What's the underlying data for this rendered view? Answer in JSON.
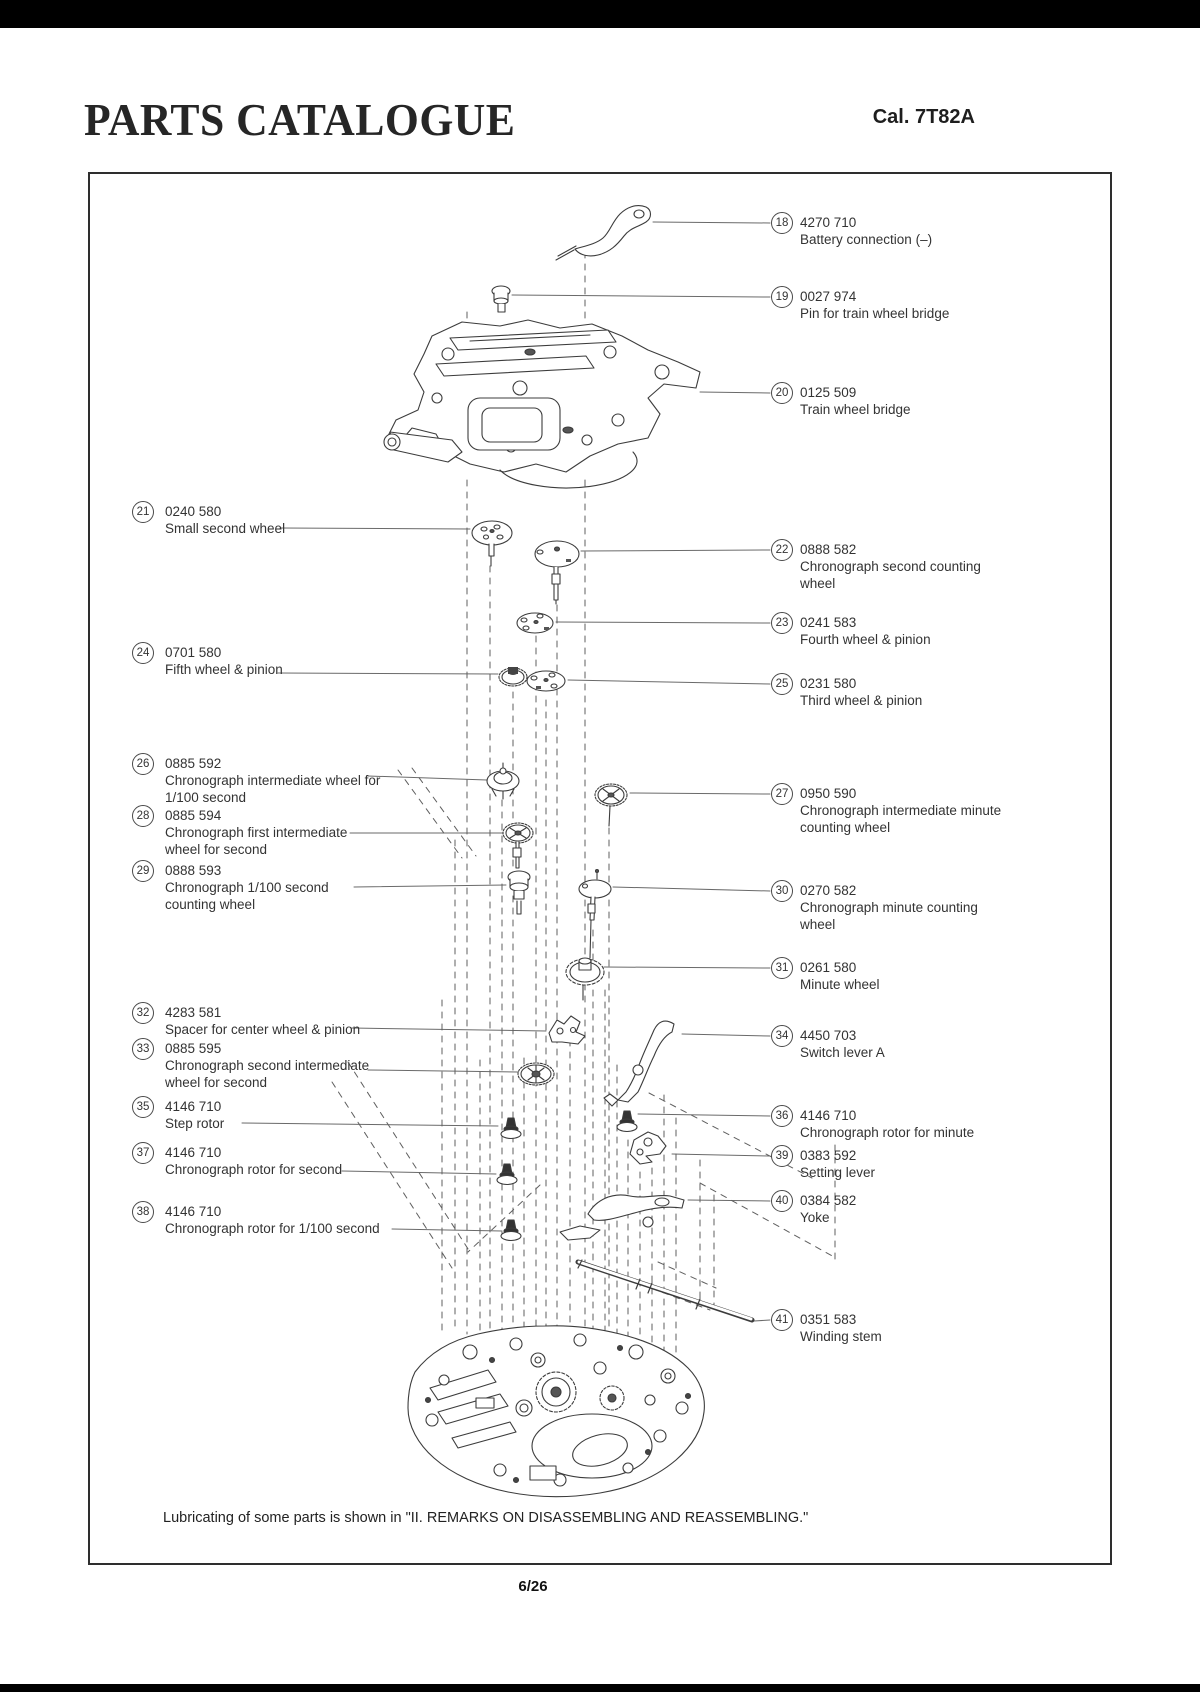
{
  "header": {
    "title": "PARTS CATALOGUE",
    "caliber": "Cal. 7T82A"
  },
  "footer": {
    "note": "Lubricating of some parts is shown in \"II. REMARKS ON DISASSEMBLING AND REASSEMBLING.\"",
    "page": "6/26"
  },
  "parts": {
    "left": [
      {
        "num": "21",
        "code": "0240 580",
        "desc": "Small second wheel"
      },
      {
        "num": "24",
        "code": "0701 580",
        "desc": "Fifth wheel & pinion"
      },
      {
        "num": "26",
        "code": "0885 592",
        "desc": "Chronograph intermediate wheel for\n1/100 second"
      },
      {
        "num": "28",
        "code": "0885 594",
        "desc": "Chronograph first intermediate\nwheel for second"
      },
      {
        "num": "29",
        "code": "0888 593",
        "desc": "Chronograph 1/100 second\ncounting wheel"
      },
      {
        "num": "32",
        "code": "4283 581",
        "desc": "Spacer for center wheel & pinion"
      },
      {
        "num": "33",
        "code": "0885 595",
        "desc": "Chronograph second intermediate\nwheel for second"
      },
      {
        "num": "35",
        "code": "4146 710",
        "desc": "Step rotor"
      },
      {
        "num": "37",
        "code": "4146 710",
        "desc": "Chronograph rotor for second"
      },
      {
        "num": "38",
        "code": "4146 710",
        "desc": "Chronograph rotor for 1/100 second"
      }
    ],
    "right": [
      {
        "num": "18",
        "code": "4270 710",
        "desc": "Battery connection (–)"
      },
      {
        "num": "19",
        "code": "0027 974",
        "desc": "Pin for train wheel bridge"
      },
      {
        "num": "20",
        "code": "0125 509",
        "desc": "Train wheel bridge"
      },
      {
        "num": "22",
        "code": "0888 582",
        "desc": "Chronograph second counting\nwheel"
      },
      {
        "num": "23",
        "code": "0241 583",
        "desc": "Fourth wheel & pinion"
      },
      {
        "num": "25",
        "code": "0231 580",
        "desc": "Third wheel & pinion"
      },
      {
        "num": "27",
        "code": "0950 590",
        "desc": "Chronograph intermediate minute\ncounting wheel"
      },
      {
        "num": "30",
        "code": "0270 582",
        "desc": "Chronograph minute counting\nwheel"
      },
      {
        "num": "31",
        "code": "0261 580",
        "desc": "Minute wheel"
      },
      {
        "num": "34",
        "code": "4450 703",
        "desc": "Switch lever A"
      },
      {
        "num": "36",
        "code": "4146 710",
        "desc": "Chronograph rotor for minute"
      },
      {
        "num": "39",
        "code": "0383 592",
        "desc": "Setting lever"
      },
      {
        "num": "40",
        "code": "0384 582",
        "desc": "Yoke"
      },
      {
        "num": "41",
        "code": "0351 583",
        "desc": "Winding stem"
      }
    ]
  }
}
